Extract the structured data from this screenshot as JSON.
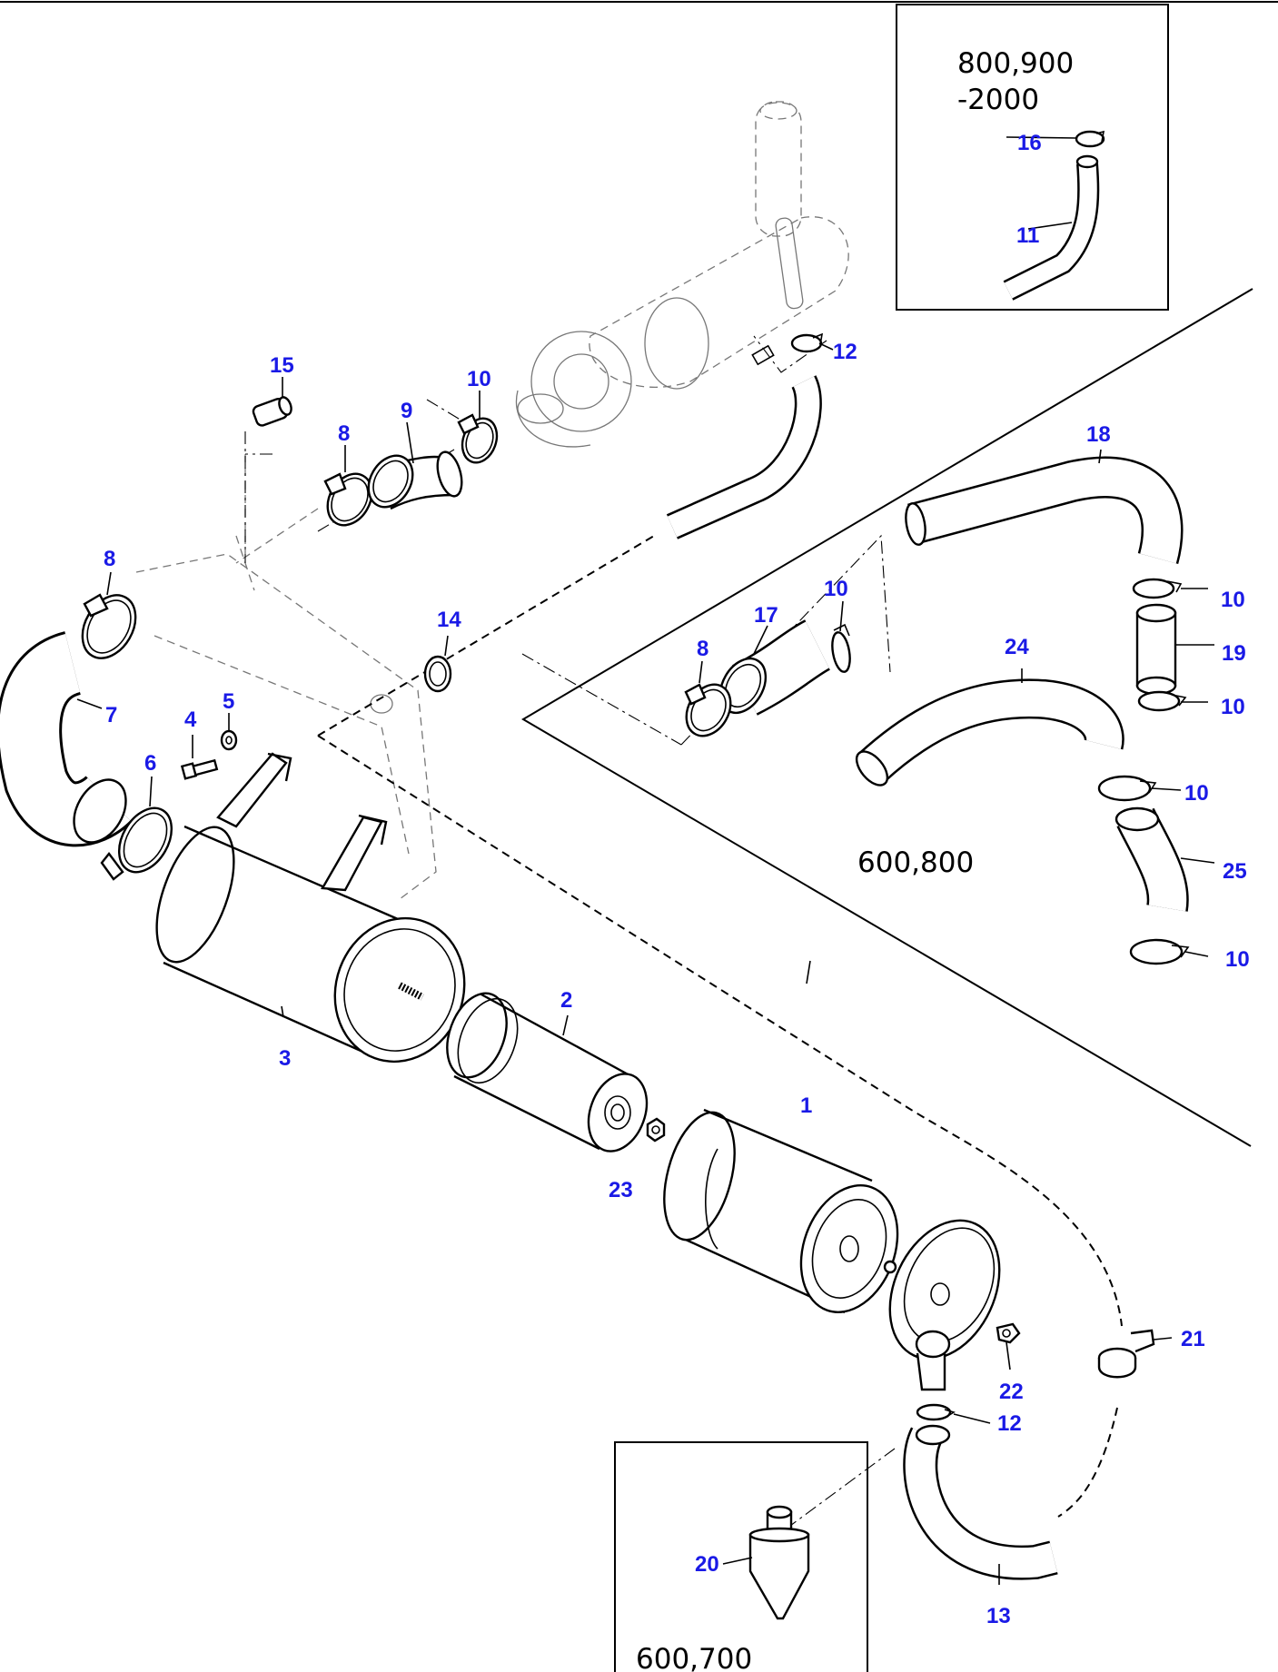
{
  "diagram": {
    "group_labels": {
      "top_right": "800,900\n-2000",
      "top_right_line1": "800,900",
      "top_right_line2": "-2000",
      "middle_right": "600,800",
      "bottom": "600,700"
    },
    "callouts": {
      "c1": "1",
      "c2": "2",
      "c3": "3",
      "c4": "4",
      "c5": "5",
      "c6": "6",
      "c7": "7",
      "c8a": "8",
      "c8b": "8",
      "c8c": "8",
      "c9": "9",
      "c10a": "10",
      "c10b": "10",
      "c10c": "10",
      "c10d": "10",
      "c10e": "10",
      "c10f": "10",
      "c11": "11",
      "c12a": "12",
      "c12b": "12",
      "c13": "13",
      "c14": "14",
      "c15": "15",
      "c16": "16",
      "c17": "17",
      "c18": "18",
      "c19": "19",
      "c20": "20",
      "c21": "21",
      "c22": "22",
      "c23": "23",
      "c24": "24",
      "c25": "25"
    },
    "colors": {
      "callout": "#1a1ae6",
      "line": "#000000",
      "ghost": "#777777"
    }
  }
}
